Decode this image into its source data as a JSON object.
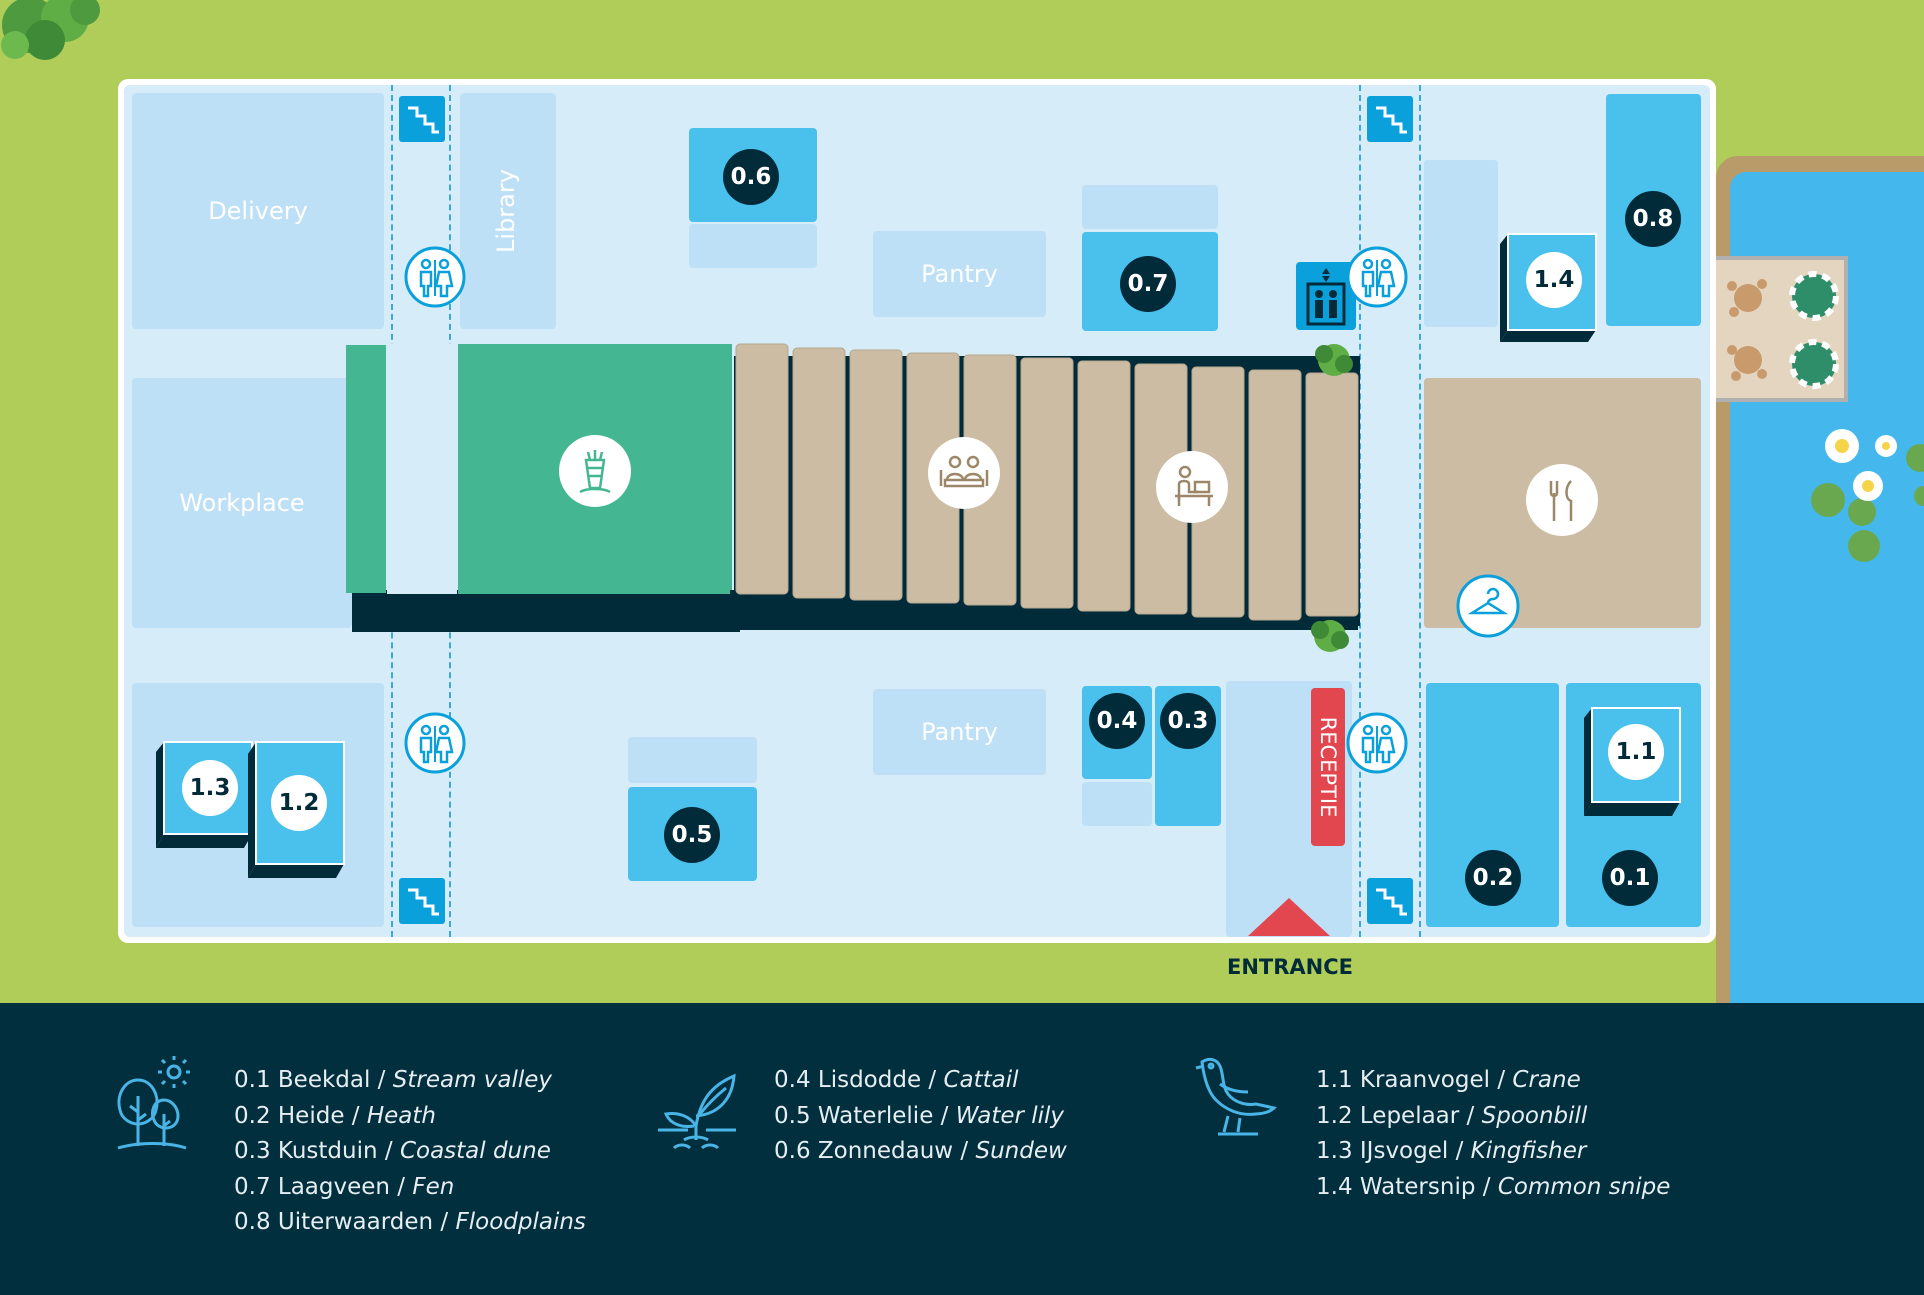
{
  "labels": {
    "delivery": "Delivery",
    "library": "Library",
    "workplace": "Workplace",
    "pantry_top": "Pantry",
    "pantry_bottom": "Pantry",
    "reception": "RECEPTIE",
    "entrance": "ENTRANCE"
  },
  "rooms": {
    "r01": "0.1",
    "r02": "0.2",
    "r03": "0.3",
    "r04": "0.4",
    "r05": "0.5",
    "r06": "0.6",
    "r07": "0.7",
    "r08": "0.8",
    "r11": "1.1",
    "r12": "1.2",
    "r13": "1.3",
    "r14": "1.4"
  },
  "legend": {
    "group1": {
      "icon": "trees-sun-icon",
      "items": [
        {
          "code": "0.1",
          "name": "Beekdal",
          "sep": " / ",
          "translation": "Stream valley"
        },
        {
          "code": "0.2",
          "name": "Heide",
          "sep": " / ",
          "translation": "Heath"
        },
        {
          "code": "0.3",
          "name": "Kustduin",
          "sep": " / ",
          "translation": "Coastal dune"
        },
        {
          "code": "0.7",
          "name": "Laagveen",
          "sep": " / ",
          "translation": "Fen"
        },
        {
          "code": "0.8",
          "name": "Uiterwaarden",
          "sep": " / ",
          "translation": "Floodplains"
        }
      ]
    },
    "group2": {
      "icon": "sprout-icon",
      "items": [
        {
          "code": "0.4",
          "name": "Lisdodde",
          "sep": " / ",
          "translation": "Cattail"
        },
        {
          "code": "0.5",
          "name": "Waterlelie",
          "sep": " / ",
          "translation": "Water lily"
        },
        {
          "code": "0.6",
          "name": "Zonnedauw",
          "sep": " / ",
          "translation": "Sundew"
        }
      ]
    },
    "group3": {
      "icon": "bird-icon",
      "items": [
        {
          "code": "1.1",
          "name": "Kraanvogel",
          "sep": " / ",
          "translation": "Crane"
        },
        {
          "code": "1.2",
          "name": "Lepelaar",
          "sep": " / ",
          "translation": "Spoonbill"
        },
        {
          "code": "1.3",
          "name": "IJsvogel",
          "sep": " / ",
          "translation": "Kingfisher"
        },
        {
          "code": "1.4",
          "name": "Watersnip",
          "sep": " / ",
          "translation": "Common snipe"
        }
      ]
    }
  },
  "colors": {
    "grass": "#b0cc59",
    "floor": "#d6ecf8",
    "zone": "#bee0f6",
    "room": "#4ac1ec",
    "badge": "#022b3a",
    "green_zone": "#44b692",
    "tan_zone": "#cbbca3",
    "water": "#44b8ec",
    "reception": "#e2464e",
    "legend_bg": "#022f3e",
    "legend_icon": "#49b4e6"
  }
}
